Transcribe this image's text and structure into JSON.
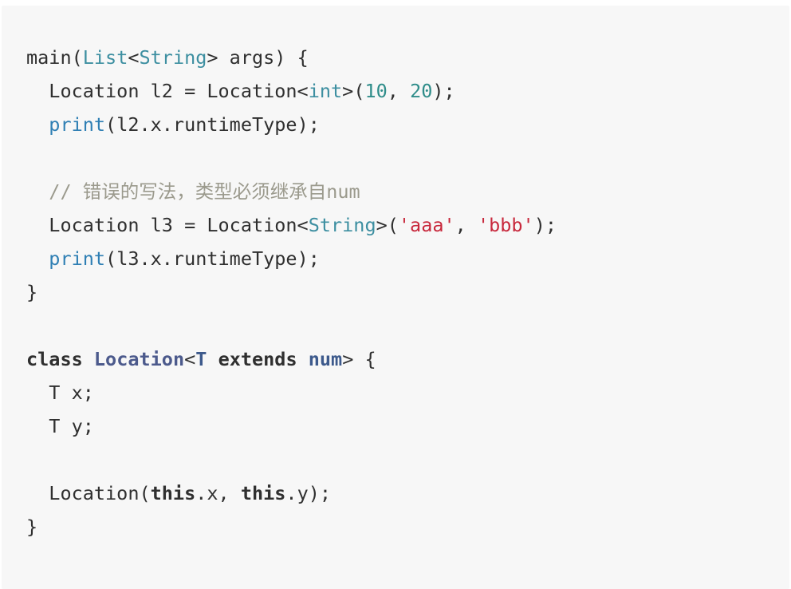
{
  "colors": {
    "background": "#f7f7f7",
    "plain": "#2f2f2f",
    "type": "#3d8fa1",
    "builtin": "#2f7fb4",
    "number": "#2f8d8a",
    "string": "#c8283c",
    "comment": "#9b9a8d",
    "class_name": "#4c5a8c"
  },
  "code": [
    {
      "tokens": [
        {
          "t": "main(",
          "k": "plain"
        },
        {
          "t": "List",
          "k": "type"
        },
        {
          "t": "<",
          "k": "plain"
        },
        {
          "t": "String",
          "k": "type"
        },
        {
          "t": "> args) {",
          "k": "plain"
        }
      ]
    },
    {
      "tokens": [
        {
          "t": "  Location l2 = Location<",
          "k": "plain"
        },
        {
          "t": "int",
          "k": "type"
        },
        {
          "t": ">(",
          "k": "plain"
        },
        {
          "t": "10",
          "k": "number"
        },
        {
          "t": ", ",
          "k": "plain"
        },
        {
          "t": "20",
          "k": "number"
        },
        {
          "t": ");",
          "k": "plain"
        }
      ]
    },
    {
      "tokens": [
        {
          "t": "  ",
          "k": "plain"
        },
        {
          "t": "print",
          "k": "builtin"
        },
        {
          "t": "(l2.x.runtimeType);",
          "k": "plain"
        }
      ]
    },
    {
      "tokens": []
    },
    {
      "tokens": [
        {
          "t": "  // 错误的写法，类型必须继承自num",
          "k": "comment"
        }
      ]
    },
    {
      "tokens": [
        {
          "t": "  Location l3 = Location<",
          "k": "plain"
        },
        {
          "t": "String",
          "k": "type"
        },
        {
          "t": ">(",
          "k": "plain"
        },
        {
          "t": "'aaa'",
          "k": "string"
        },
        {
          "t": ", ",
          "k": "plain"
        },
        {
          "t": "'bbb'",
          "k": "string"
        },
        {
          "t": ");",
          "k": "plain"
        }
      ]
    },
    {
      "tokens": [
        {
          "t": "  ",
          "k": "plain"
        },
        {
          "t": "print",
          "k": "builtin"
        },
        {
          "t": "(l3.x.runtimeType);",
          "k": "plain"
        }
      ]
    },
    {
      "tokens": [
        {
          "t": "}",
          "k": "plain"
        }
      ]
    },
    {
      "tokens": []
    },
    {
      "tokens": [
        {
          "t": "class",
          "k": "keyword"
        },
        {
          "t": " ",
          "k": "plain"
        },
        {
          "t": "Location",
          "k": "classname"
        },
        {
          "t": "<",
          "k": "plain"
        },
        {
          "t": "T",
          "k": "paramtype"
        },
        {
          "t": " ",
          "k": "plain"
        },
        {
          "t": "extends",
          "k": "keyword"
        },
        {
          "t": " ",
          "k": "plain"
        },
        {
          "t": "num",
          "k": "numtype"
        },
        {
          "t": "> {",
          "k": "plain"
        }
      ]
    },
    {
      "tokens": [
        {
          "t": "  T x;",
          "k": "plain"
        }
      ]
    },
    {
      "tokens": [
        {
          "t": "  T y;",
          "k": "plain"
        }
      ]
    },
    {
      "tokens": []
    },
    {
      "tokens": [
        {
          "t": "  Location(",
          "k": "plain"
        },
        {
          "t": "this",
          "k": "keyword"
        },
        {
          "t": ".x, ",
          "k": "plain"
        },
        {
          "t": "this",
          "k": "keyword"
        },
        {
          "t": ".y);",
          "k": "plain"
        }
      ]
    },
    {
      "tokens": [
        {
          "t": "}",
          "k": "plain"
        }
      ]
    }
  ]
}
